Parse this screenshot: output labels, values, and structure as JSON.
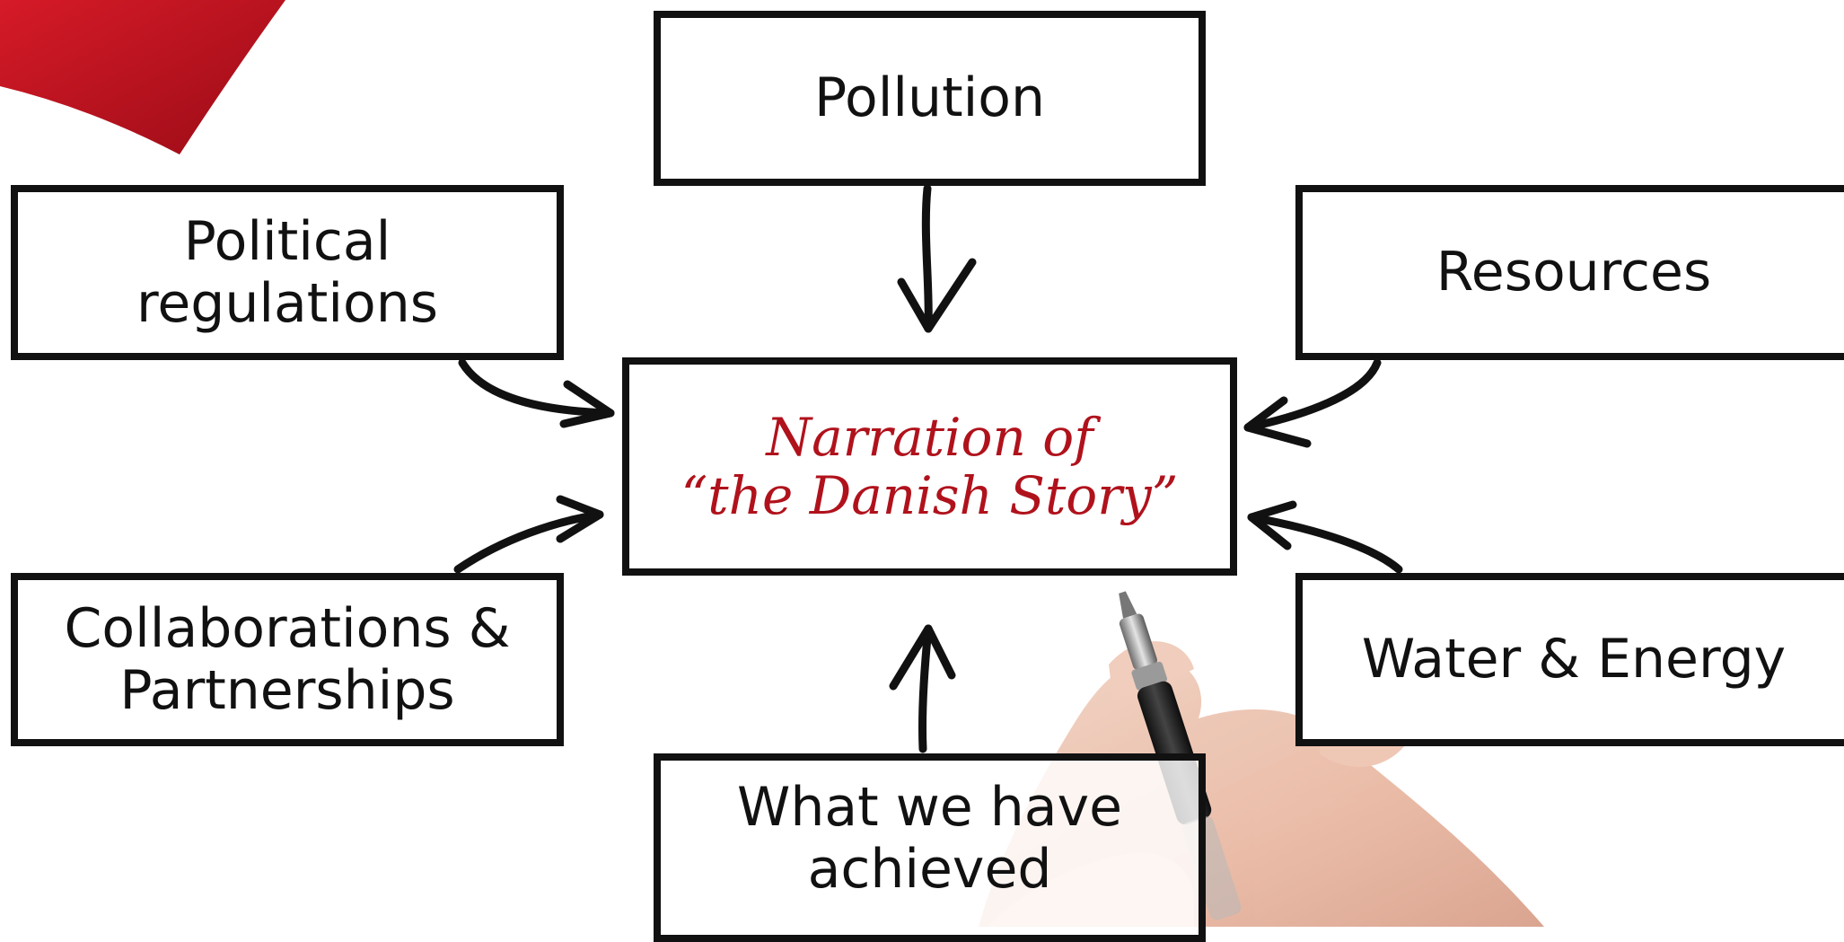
{
  "diagram": {
    "center": {
      "line1": "Narration of",
      "line2": "“the Danish Story”"
    },
    "nodes": {
      "pollution": "Pollution",
      "political_line1": "Political",
      "political_line2": "regulations",
      "resources": "Resources",
      "collab_line1": "Collaborations &",
      "collab_line2": "Partnerships",
      "water": "Water & Energy",
      "achieved_line1": "What we have",
      "achieved_line2": "achieved"
    }
  },
  "colors": {
    "center_text": "#b0121c",
    "corner_accent": "#c0141f",
    "box_border": "#111111"
  },
  "decorations": [
    "red-corner-shape",
    "hand-holding-pen-image"
  ]
}
